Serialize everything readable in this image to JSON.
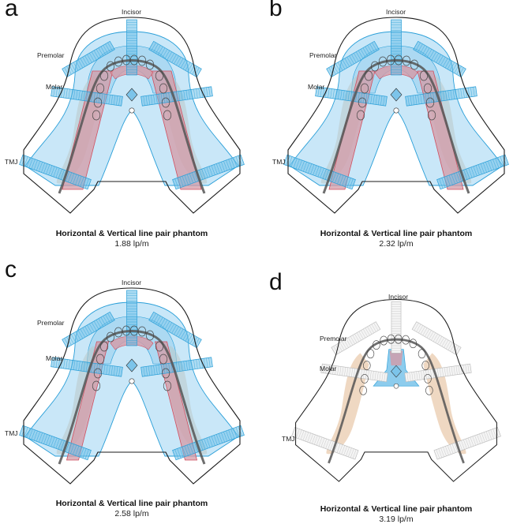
{
  "labels": {
    "incisor": "Incisor",
    "premolar": "Premolar",
    "molar": "Molar",
    "tmj": "TMJ"
  },
  "colors": {
    "beam_fill": "#bfe3f7",
    "beam_stroke": "#2a9fd8",
    "red_fill": "#d49aa6",
    "red_stroke": "#d05060",
    "tissue_fill": "#e8c8a8",
    "outline": "#1a1a1a",
    "stripe": "#6bbfe8",
    "stripe_gray": "#bbbbbb"
  },
  "panels": [
    {
      "letter": "a",
      "title": "Horizontal & Vertical line pair phantom",
      "value": "1.88 lp/m",
      "coverage": "full",
      "red": "wide"
    },
    {
      "letter": "b",
      "title": "Horizontal & Vertical line pair phantom",
      "value": "2.32 lp/m",
      "coverage": "full",
      "red": "medium"
    },
    {
      "letter": "c",
      "title": "Horizontal & Vertical line pair phantom",
      "value": "2.58 lp/m",
      "coverage": "full",
      "red": "narrow"
    },
    {
      "letter": "d",
      "title": "Horizontal & Vertical line pair phantom",
      "value": "3.19 lp/m",
      "coverage": "center",
      "red": "none"
    }
  ]
}
